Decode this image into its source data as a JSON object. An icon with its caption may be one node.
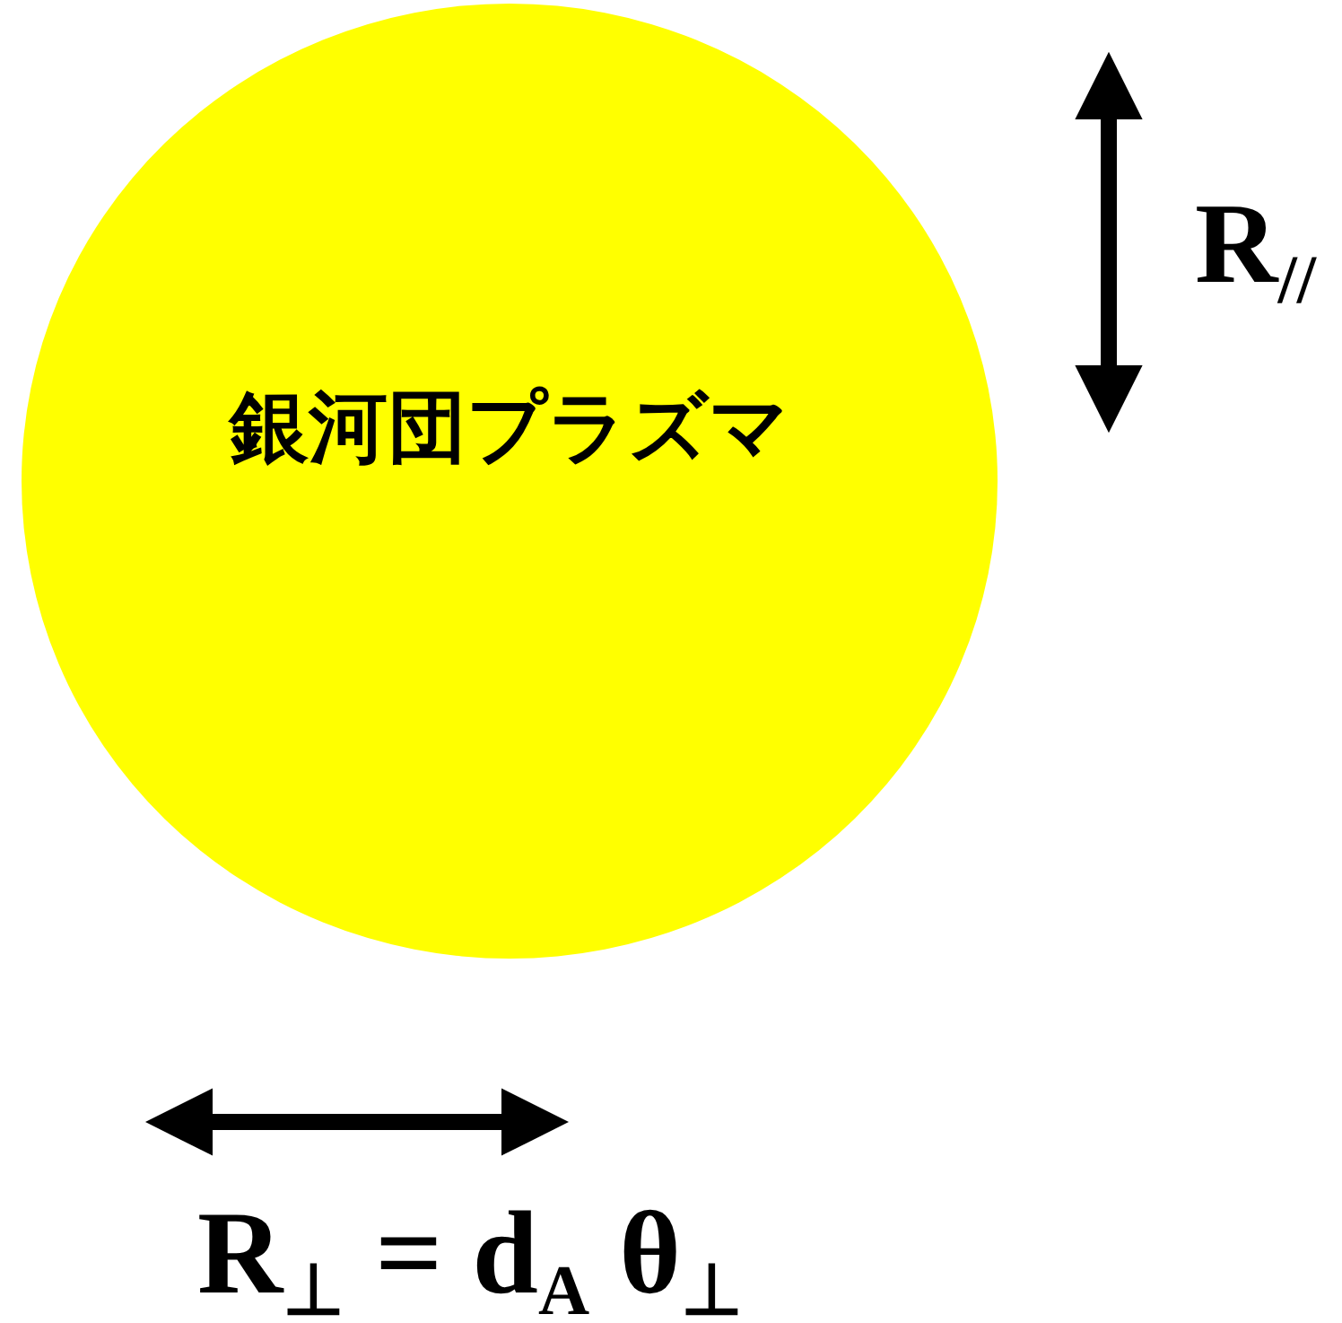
{
  "diagram": {
    "nodes": [
      {
        "text": [
          "銀河団プラズマ"
        ]
      }
    ],
    "labels": [
      "R$_{//}$",
      "R$_{⊥}$ = d$_{A}$ θ$_{⊥}$"
    ]
  }
}
